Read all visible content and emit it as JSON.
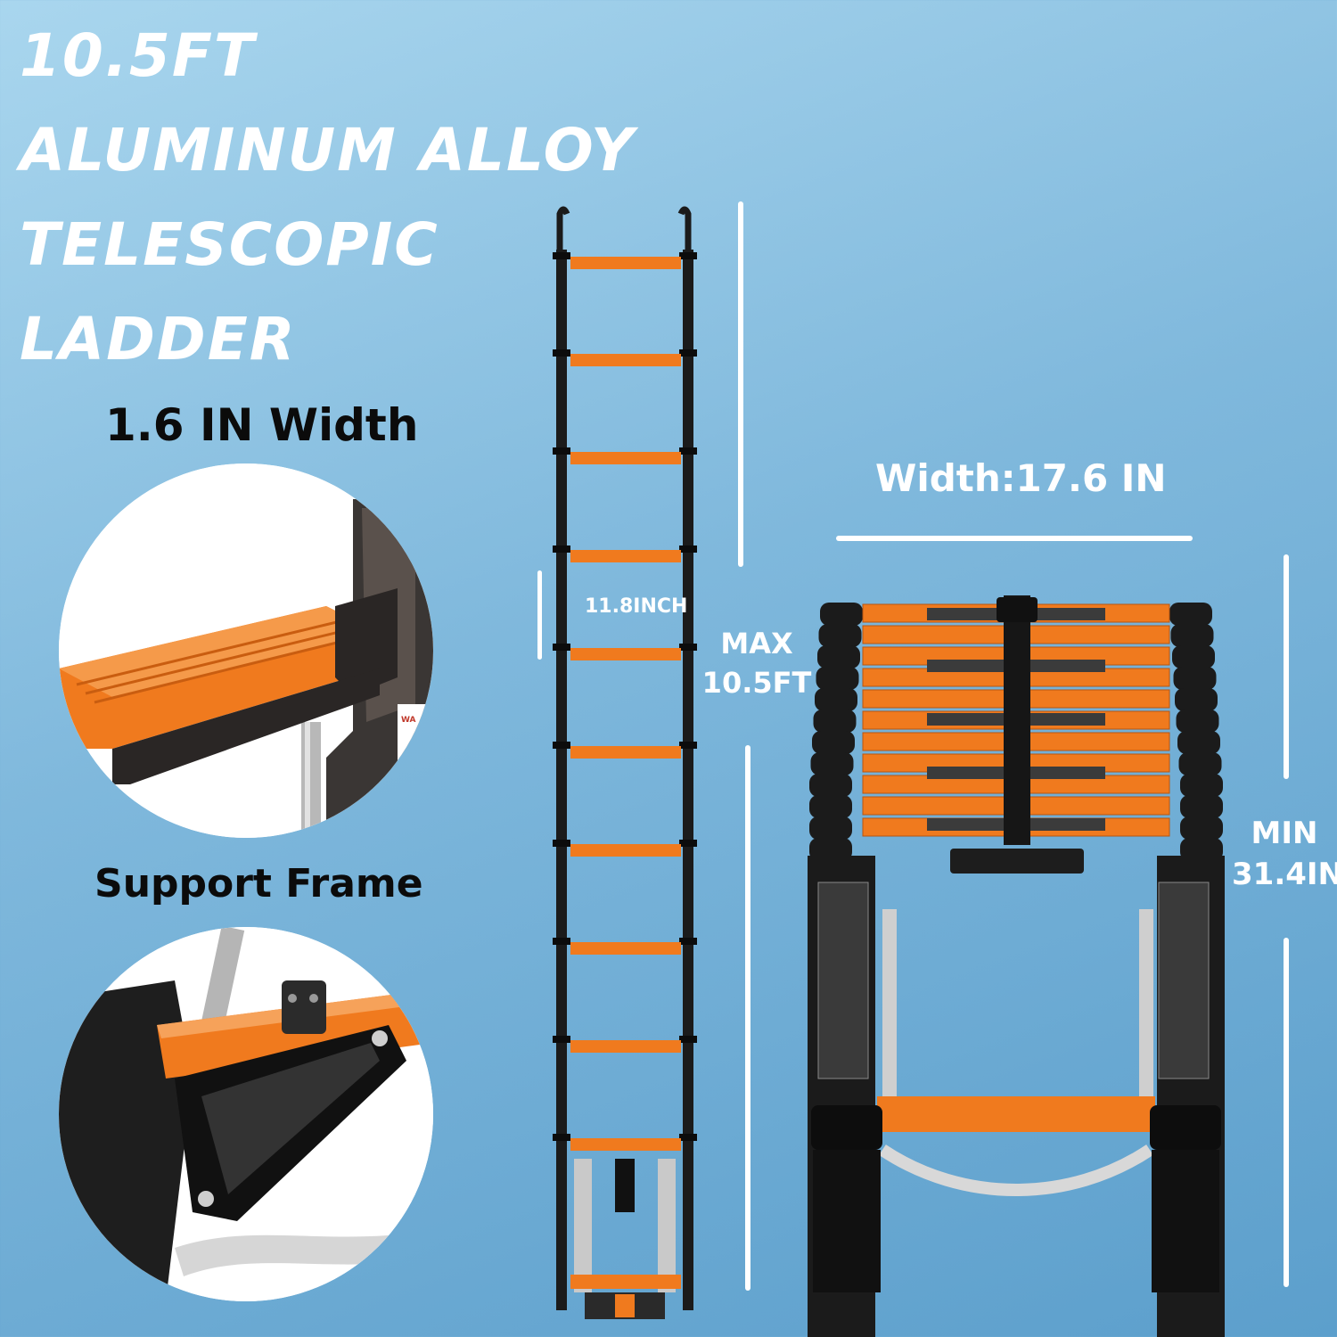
{
  "title": {
    "line1": "10.5FT",
    "line2": "ALUMINUM ALLOY",
    "line3": "TELESCOPIC",
    "line4": "LADDER"
  },
  "features": {
    "width_label": "1.6 IN Width",
    "support_label": "Support Frame"
  },
  "dimensions": {
    "rung_spacing": "11.8INCH",
    "max_line1": "MAX",
    "max_line2": "10.5FT",
    "width": "Width:17.6 IN",
    "min_line1": "MIN",
    "min_line2": "31.4IN"
  },
  "colors": {
    "background_top": "#a9d6ee",
    "background_bottom": "#5c9fcc",
    "ladder_orange": "#f07a1e",
    "ladder_black": "#1b1b1b",
    "text_white": "#ffffff",
    "text_black": "#0b0b0b"
  }
}
